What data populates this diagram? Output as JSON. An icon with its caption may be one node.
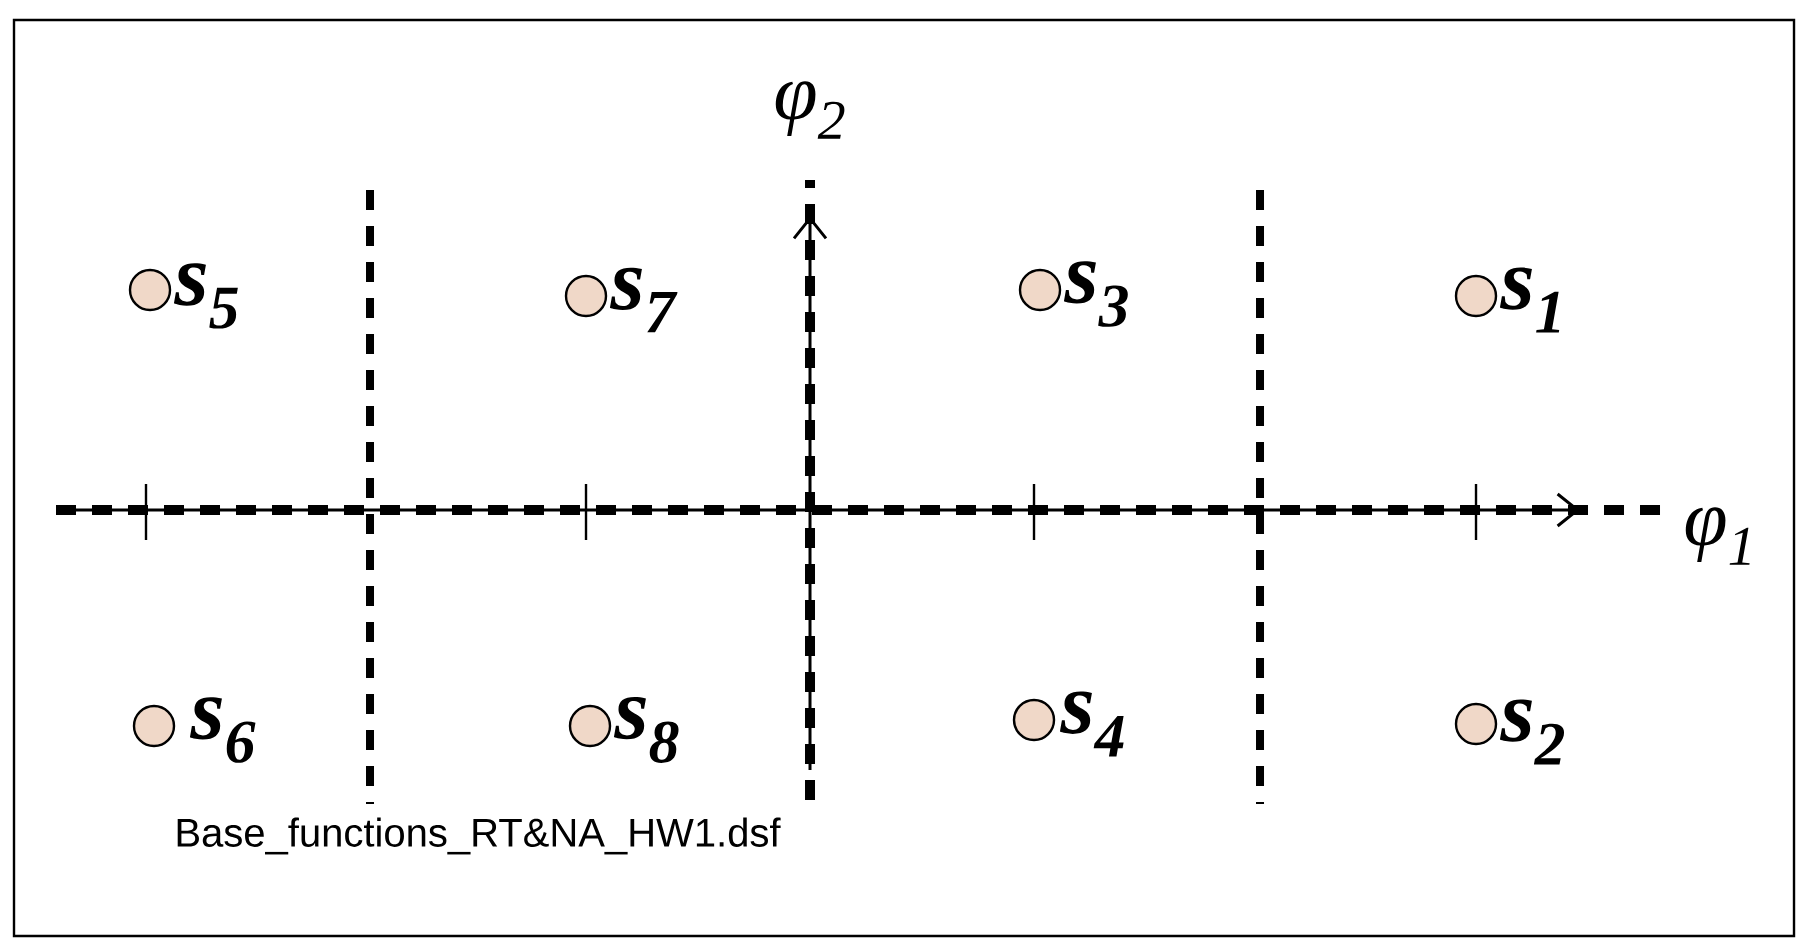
{
  "diagram": {
    "labels": [
      "φ$_{2}$",
      "s$_{5}$",
      "s$_{7}$",
      "s$_{3}$",
      "s$_{1}$",
      "φ$_{1}$",
      "s$_{6}$",
      "s$_{8}$",
      "s$_{4}$",
      "s$_{2}$",
      "Base_functions_RT&NA_HW1.dsf"
    ]
  }
}
